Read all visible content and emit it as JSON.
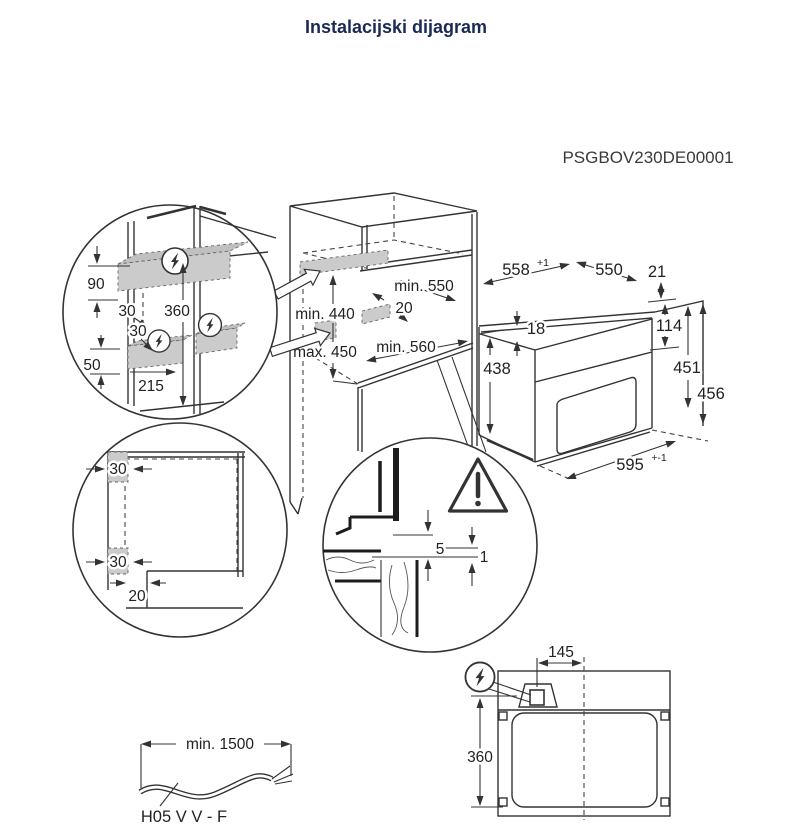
{
  "page": {
    "title": "Instalacijski dijagram",
    "model_code": "PSGBOV230DE00001"
  },
  "colors": {
    "title_text": "#1b2a55",
    "line": "#333333",
    "dim_text": "#222222",
    "shade": "#cbcbcb"
  },
  "detail_top_left": {
    "d90": "90",
    "d30_top": "30",
    "d360": "360",
    "d30_mid": "30",
    "d50": "50",
    "d215": "215"
  },
  "cabinet": {
    "min_width": "min. 550",
    "front_gap": "20",
    "niche_min_height": "min. 440",
    "niche_max_height": "max. 450",
    "min_depth": "min. 560"
  },
  "oven": {
    "w558": "558",
    "w558_sup": "+1",
    "d550": "550",
    "d21": "21",
    "d18": "18",
    "d114": "114",
    "h438": "438",
    "h451": "451",
    "h456": "456",
    "w595": "595",
    "w595_sup": "+-1"
  },
  "detail_bottom_left": {
    "d30_top": "30",
    "d30_bottom": "30",
    "d20": "20"
  },
  "detail_gap": {
    "d5": "5",
    "d1": "1"
  },
  "rear_view": {
    "d145": "145",
    "d360": "360"
  },
  "cable": {
    "length_label": "min. 1500",
    "cable_type": "H05 V V - F"
  },
  "icons": {
    "power": "lightning-bolt-icon",
    "warning": "warning-triangle-icon"
  }
}
